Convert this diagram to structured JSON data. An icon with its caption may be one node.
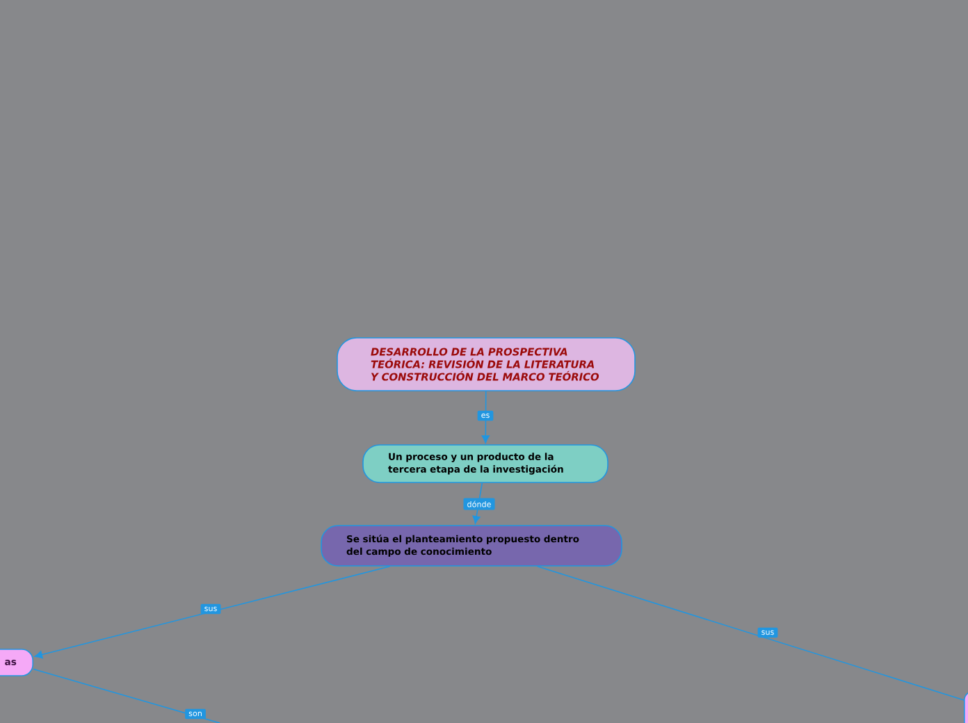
{
  "diagram": {
    "nodes": [
      {
        "text": [
          "DESARROLLO DE LA PROSPECTIVA TEÓRICA: REVISIÓN DE LA LITERATURA Y CONSTRUCCIÓN DEL MARCO TEÓRICO"
        ]
      },
      {
        "text": [
          "Un proceso y un producto de la tercera etapa de la investigación"
        ]
      },
      {
        "text": [
          "Se sitúa el planteamiento propuesto dentro del campo de conocimiento"
        ]
      },
      {
        "text": [
          "as"
        ]
      },
      {
        "text": [],
        "shape": "box"
      }
    ],
    "edges": [
      {
        "from": 0,
        "to": 1,
        "arrow": "to",
        "label": "es"
      },
      {
        "from": 1,
        "to": 2,
        "arrow": "to",
        "label": "dónde"
      },
      {
        "from": 2,
        "to": 3,
        "arrow": "to",
        "label": "sus"
      },
      {
        "from": 2,
        "to": 4,
        "arrow": "none",
        "label": "sus"
      },
      {
        "from": 3,
        "to": null,
        "arrow": "none",
        "label": "son"
      }
    ]
  }
}
